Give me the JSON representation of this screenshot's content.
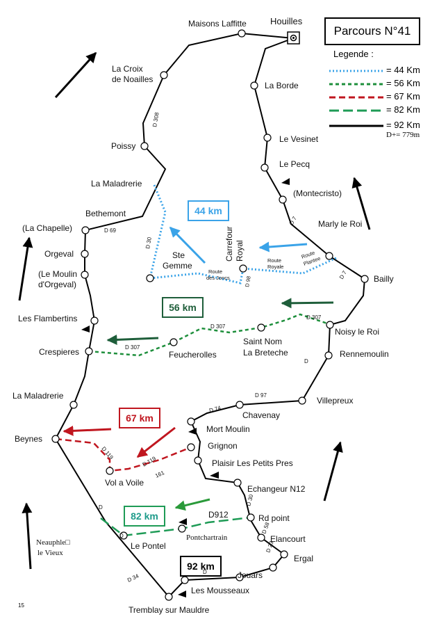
{
  "title": "Parcours N°41",
  "legend": {
    "title": "Legende :",
    "items": [
      {
        "label": "= 44 Km",
        "color": "#3aa3e8",
        "style": "dotted"
      },
      {
        "label": "= 56 Km",
        "color": "#1e8f3c",
        "style": "short-dash"
      },
      {
        "label": "= 67 Km",
        "color": "#c0161f",
        "style": "dash"
      },
      {
        "label": "= 82 Km",
        "color": "#1e9b56",
        "style": "long-dash"
      },
      {
        "label": "= 92 Km",
        "color": "#000000",
        "style": "solid"
      }
    ],
    "elevation": "D+= 779m"
  },
  "km_boxes": {
    "b44": {
      "label": "44 km",
      "color": "#3aa3e8"
    },
    "b56": {
      "label": "56 km",
      "color": "#1e5e3a"
    },
    "b67": {
      "label": "67 km",
      "color": "#c0161f"
    },
    "b82": {
      "label": "82 km",
      "color": "#1e9b8a"
    },
    "b92": {
      "label": "92 km",
      "color": "#000000"
    }
  },
  "towns": {
    "houilles": "Houilles",
    "maisons": "Maisons Laffitte",
    "croix1": "La Croix",
    "croix2": "de Noailles",
    "borde": "La Borde",
    "poissy": "Poissy",
    "vesinet": "Le Vesinet",
    "pecq": "Le Pecq",
    "maladrerie1": "La Maladrerie",
    "montecristo": "(Montecristo)",
    "bethemont": "Bethemont",
    "marly": "Marly le Roi",
    "chapelle": "(La Chapelle)",
    "orgeval": "Orgeval",
    "moulin1": "(Le Moulin",
    "moulin2": "d'Orgeval)",
    "stegemme1": "Ste",
    "stegemme2": "Gemme",
    "carrefour1": "Carrefour",
    "carrefour2": "Royal",
    "bailly": "Bailly",
    "flambertins": "Les Flambertins",
    "noisy": "Noisy le Roi",
    "crespieres": "Crespieres",
    "feucherolles": "Feucherolles",
    "saintnom1": "Saint Nom",
    "saintnom2": "La Breteche",
    "rennemoulin": "Rennemoulin",
    "maladrerie2": "La Maladrerie",
    "villepreux": "Villepreux",
    "chavenay": "Chavenay",
    "beynes": "Beynes",
    "mortmoulin": "Mort Moulin",
    "grignon": "Grignon",
    "plaisir": "Plaisir Les Petits Pres",
    "volavoile": "Vol a Voile",
    "echangeur": "Echangeur N12",
    "rdpoint": "Rd point",
    "neauphle1": "Neauphle□",
    "neauphle2": "le Vieux",
    "lepontel": "Le Pontel",
    "pontchartrain": "Pontchartrain",
    "elancourt": "Elancourt",
    "ergal": "Ergal",
    "jouars": "Jouars",
    "mousseaux": "Les Mousseaux",
    "tremblay": "Tremblay sur Mauldre"
  },
  "roads": {
    "d308": "D 308",
    "d69": "D 69",
    "d30a": "D 30",
    "d7a": "D 7",
    "d7b": "D 7",
    "jonc1": "Route",
    "jonc2": "des Joncs",
    "royale1": "Route",
    "royale2": "Royale",
    "plantee1": "Route",
    "plantee2": "Plantee",
    "d98": "D 98",
    "d307a": "D 307",
    "d307b": "D 307",
    "d307c": "D 307",
    "d_noisy": "D",
    "d97": "D 97",
    "d74": "D 74",
    "d119a": "D 119",
    "d119b": "D 119",
    "r161": "161",
    "d30b": "D 30",
    "d912": "D912",
    "d58": "D 58",
    "d23": "D 23",
    "d_pontel": "D",
    "d_neauphle": "D",
    "d34": "D 34",
    "d_jouars": "D"
  },
  "page_number": "15"
}
